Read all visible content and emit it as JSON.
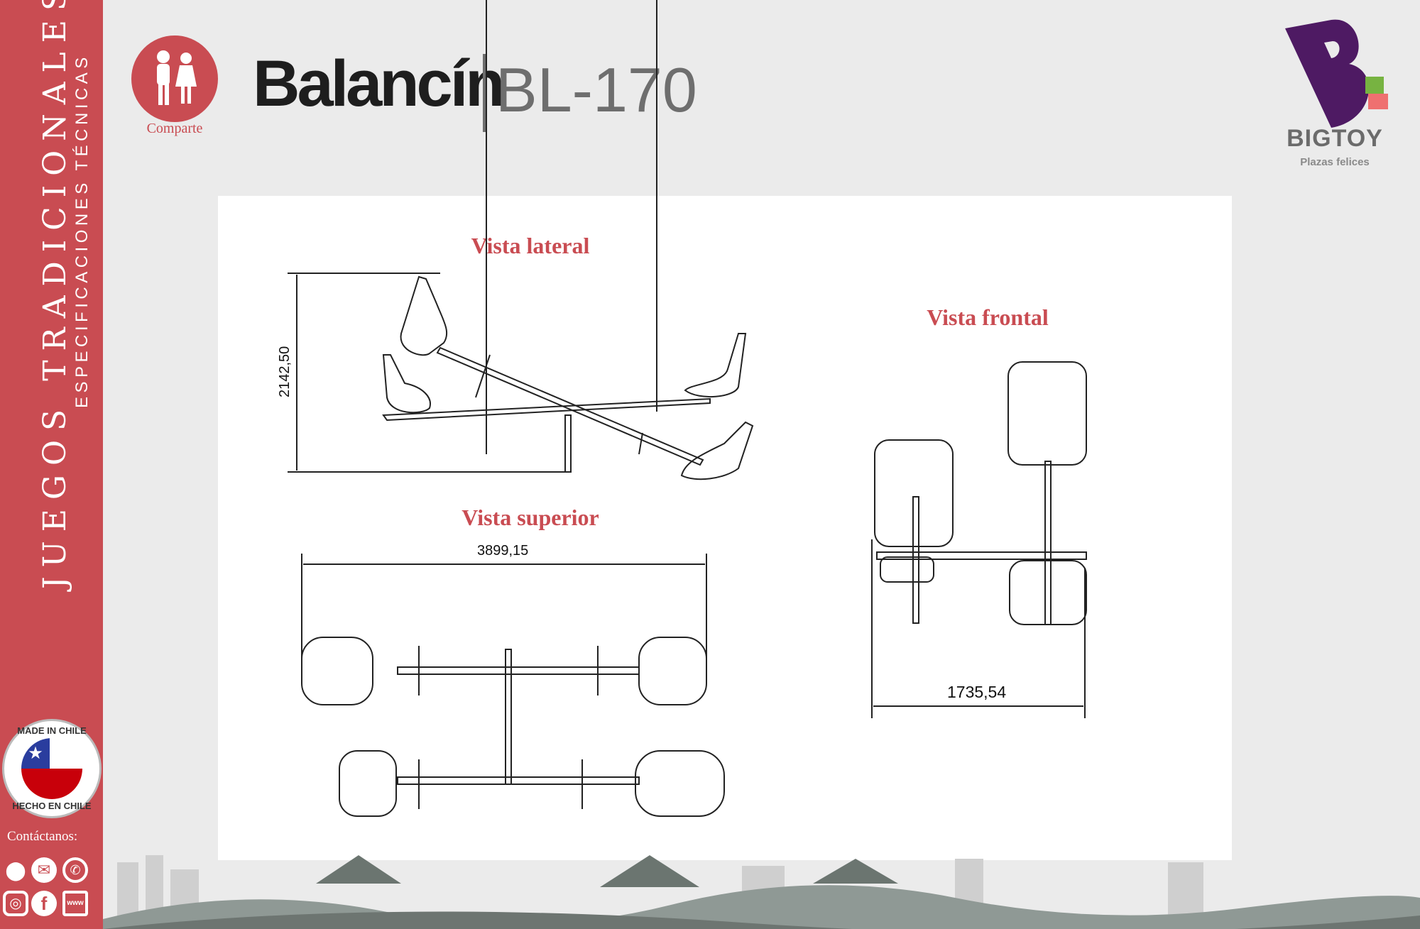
{
  "sidebar": {
    "category": "JUEGOS TRADICIONALES",
    "subtitle": "ESPECIFICACIONES TÉCNICAS",
    "badge_top": "MADE IN CHILE",
    "badge_bottom": "HECHO EN CHILE",
    "contact_label": "Contáctanos:",
    "contact_icons": [
      "location-icon",
      "email-icon",
      "whatsapp-icon",
      "instagram-icon",
      "facebook-icon",
      "website-icon"
    ]
  },
  "header": {
    "category_icon_label": "Comparte",
    "title": "Balancín",
    "code": "BL-170"
  },
  "brand": {
    "name": "BIGTOY",
    "tagline": "Plazas felices"
  },
  "views": {
    "lateral": {
      "title": "Vista lateral",
      "dimension": "2142,50"
    },
    "superior": {
      "title": "Vista superior",
      "dimension": "3899,15"
    },
    "frontal": {
      "title": "Vista frontal",
      "dimension": "1735,54"
    }
  },
  "colors": {
    "accent": "#c94c52",
    "brand_purple": "#4e1a63",
    "gray": "#6e6e6e"
  }
}
